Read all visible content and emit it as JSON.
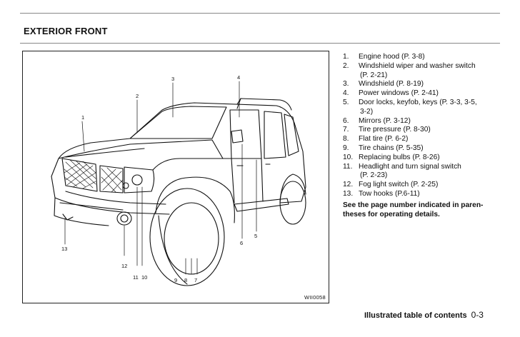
{
  "page": {
    "section_title": "EXTERIOR FRONT",
    "figure": {
      "code": "WII0058",
      "callouts": [
        "1",
        "2",
        "3",
        "4",
        "5",
        "6",
        "7",
        "8",
        "9",
        "10",
        "11",
        "12",
        "13"
      ]
    },
    "items": [
      {
        "num": "1.",
        "text": "Engine hood (P. 3-8)"
      },
      {
        "num": "2.",
        "text": "Windshield wiper and washer switch",
        "cont": "(P. 2-21)"
      },
      {
        "num": "3.",
        "text": "Windshield (P. 8-19)"
      },
      {
        "num": "4.",
        "text": "Power windows (P. 2-41)"
      },
      {
        "num": "5.",
        "text": "Door locks, keyfob, keys (P. 3-3, 3-5,",
        "cont": "3-2)"
      },
      {
        "num": "6.",
        "text": "Mirrors (P. 3-12)"
      },
      {
        "num": "7.",
        "text": "Tire pressure (P. 8-30)"
      },
      {
        "num": "8.",
        "text": "Flat tire (P. 6-2)"
      },
      {
        "num": "9.",
        "text": "Tire chains (P. 5-35)"
      },
      {
        "num": "10.",
        "text": "Replacing bulbs (P. 8-26)"
      },
      {
        "num": "11.",
        "text": "Headlight and turn signal switch",
        "cont": "(P. 2-23)"
      },
      {
        "num": "12.",
        "text": "Fog light switch (P. 2-25)"
      },
      {
        "num": "13.",
        "text": "Tow hooks (P.6-11)"
      }
    ],
    "note": "See the page number indicated in paren-theses for operating details.",
    "footer": {
      "title": "Illustrated table of contents",
      "page_number": "0-3"
    }
  }
}
